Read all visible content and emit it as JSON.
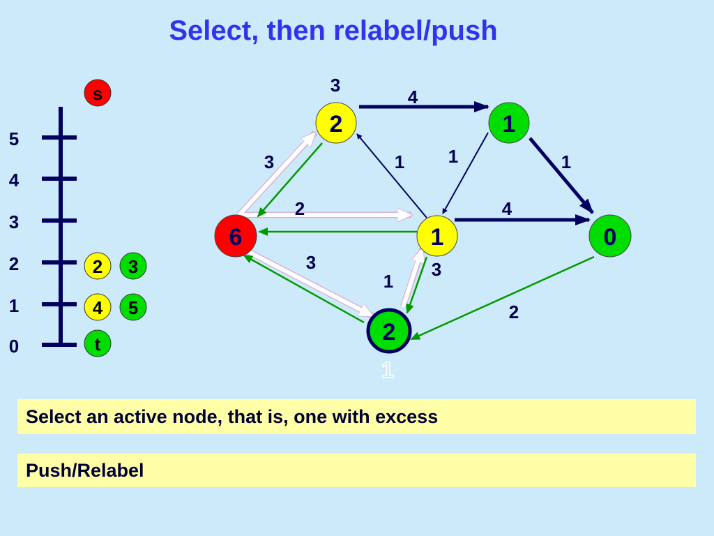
{
  "title": "Select, then relabel/push",
  "colors": {
    "background": "#cdeafa",
    "title": "#3333ee",
    "node_red": "#ff0000",
    "node_yellow": "#ffff00",
    "node_green": "#00dd00",
    "edge_dark": "#000060",
    "edge_green": "#009900",
    "box_fill": "#ffffa8"
  },
  "scale": {
    "ticks": [
      "5",
      "4",
      "3",
      "2",
      "1",
      "0"
    ],
    "markers": [
      {
        "label": "s",
        "color": "red"
      },
      {
        "label": "2",
        "color": "yellow"
      },
      {
        "label": "3",
        "color": "green"
      },
      {
        "label": "4",
        "color": "yellow"
      },
      {
        "label": "5",
        "color": "green"
      },
      {
        "label": "t",
        "color": "green"
      }
    ]
  },
  "graph": {
    "nodes": [
      {
        "id": "s",
        "label": "6",
        "color": "red"
      },
      {
        "id": "n2",
        "label": "2",
        "color": "yellow",
        "above": "3"
      },
      {
        "id": "n3",
        "label": "1",
        "color": "green"
      },
      {
        "id": "n4",
        "label": "1",
        "color": "yellow"
      },
      {
        "id": "n5",
        "label": "2",
        "color": "green",
        "below": "1",
        "selected": true
      },
      {
        "id": "t",
        "label": "0",
        "color": "green"
      }
    ],
    "edge_labels": [
      "4",
      "3",
      "1",
      "1",
      "1",
      "2",
      "4",
      "3",
      "1",
      "3",
      "2"
    ]
  },
  "box1": "Select an active node, that is, one with excess",
  "box2": "Push/Relabel"
}
